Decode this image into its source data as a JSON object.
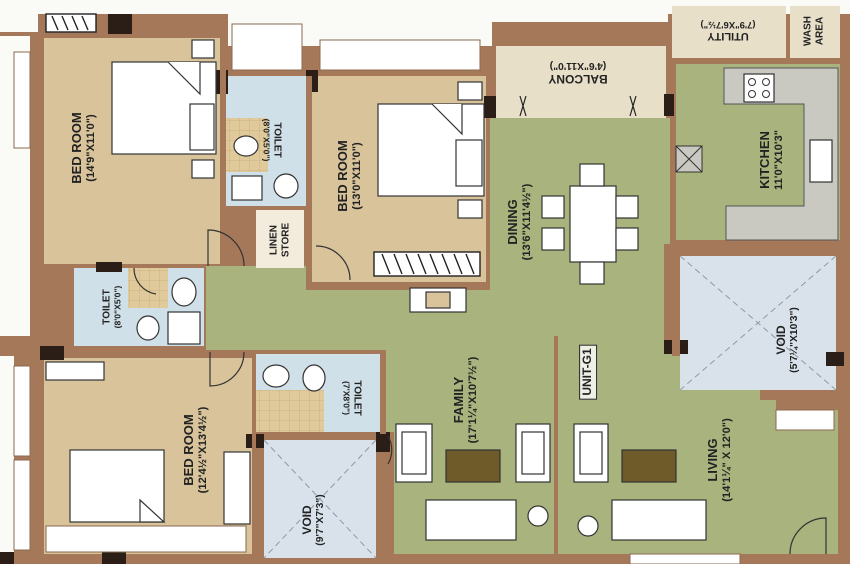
{
  "rooms": {
    "bed_room_1": {
      "name": "BED ROOM",
      "dims": "(14'9\"X11'0\")"
    },
    "bed_room_2": {
      "name": "BED ROOM",
      "dims": "(13'0\"X11'0\")"
    },
    "bed_room_3": {
      "name": "BED ROOM",
      "dims": "(12'4½\"X13'4½\")"
    },
    "toilet_1": {
      "name": "TOILET",
      "dims": "(8'0\"X5'0\")"
    },
    "toilet_2": {
      "name": "TOILET",
      "dims": "(8'0\"X5'0\")"
    },
    "toilet_3": {
      "name": "TOILET",
      "dims": "(7'X8'0\")"
    },
    "linen_store": {
      "name": "LINEN STORE"
    },
    "balcony": {
      "name": "BALCONY",
      "dims": "(4'6\"X11'0\")"
    },
    "utility": {
      "name": "UTILITY",
      "dims": "(7'9\"X6'7½\")"
    },
    "wash_area": {
      "name": "WASH AREA"
    },
    "kitchen": {
      "name": "KITCHEN",
      "dims": "11'0\"X10'3\""
    },
    "dining": {
      "name": "DINING",
      "dims": "(13'6\"X11'4½\")"
    },
    "void_right": {
      "name": "VOID",
      "dims": "(5'7¼\"X10'3\")"
    },
    "void_bottom": {
      "name": "VOID",
      "dims": "(9'7\"X7'3\")"
    },
    "family": {
      "name": "FAMILY",
      "dims": "(17'1¼\"X10'7½\")"
    },
    "living": {
      "name": "LIVING",
      "dims": "(14'1¼\" X 12'0\")"
    }
  },
  "unit_tag": "UNIT-G1",
  "colors": {
    "wall": "#a5785a",
    "wall_dark": "#2a1e16",
    "bedroom_floor": "#d8c39a",
    "living_floor": "#a8b37d",
    "wet_floor": "#cfe0e8",
    "balcony_floor": "#e8dfc9",
    "kitchen_counter": "#c9c9c2",
    "void_fill": "#d9e2ea",
    "furniture": "#ffffff",
    "sofa_cushion": "#6f5a2a"
  }
}
